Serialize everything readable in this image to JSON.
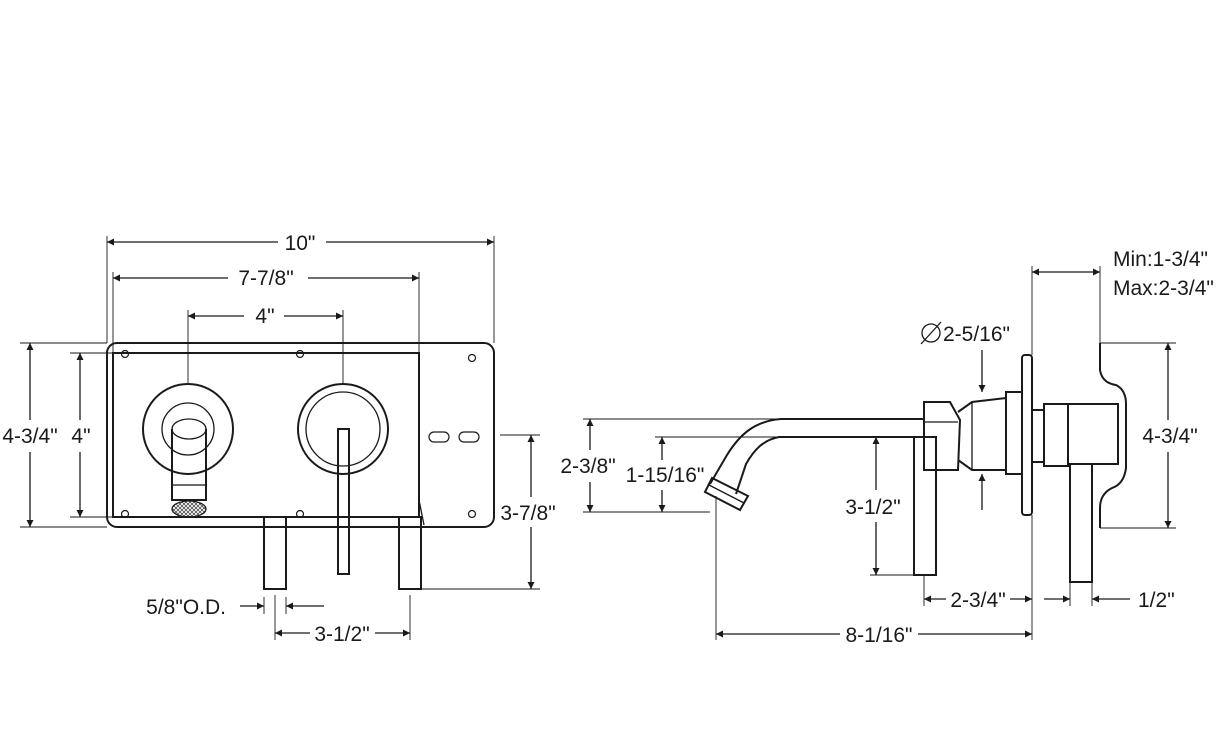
{
  "front_view": {
    "overall_width": "10\"",
    "body_width": "7-7/8\"",
    "center_spacing": "4\"",
    "overall_height": "4-3/4\"",
    "body_height": "4\"",
    "height_to_pipes": "3-7/8\"",
    "pipe_od": "5/8\"O.D.",
    "pipe_spacing": "3-1/2\""
  },
  "side_view": {
    "escutcheon_diameter": "2-5/16\"",
    "wall_range_min": "Min:1-3/4\"",
    "wall_range_max": "Max:2-3/4\"",
    "spout_drop": "2-3/8\"",
    "spout_to_center": "1-15/16\"",
    "handle_drop": "3-1/2\"",
    "body_depth": "2-3/4\"",
    "plate_height": "4-3/4\"",
    "pipe_extension": "1/2\"",
    "spout_reach": "8-1/16\""
  }
}
